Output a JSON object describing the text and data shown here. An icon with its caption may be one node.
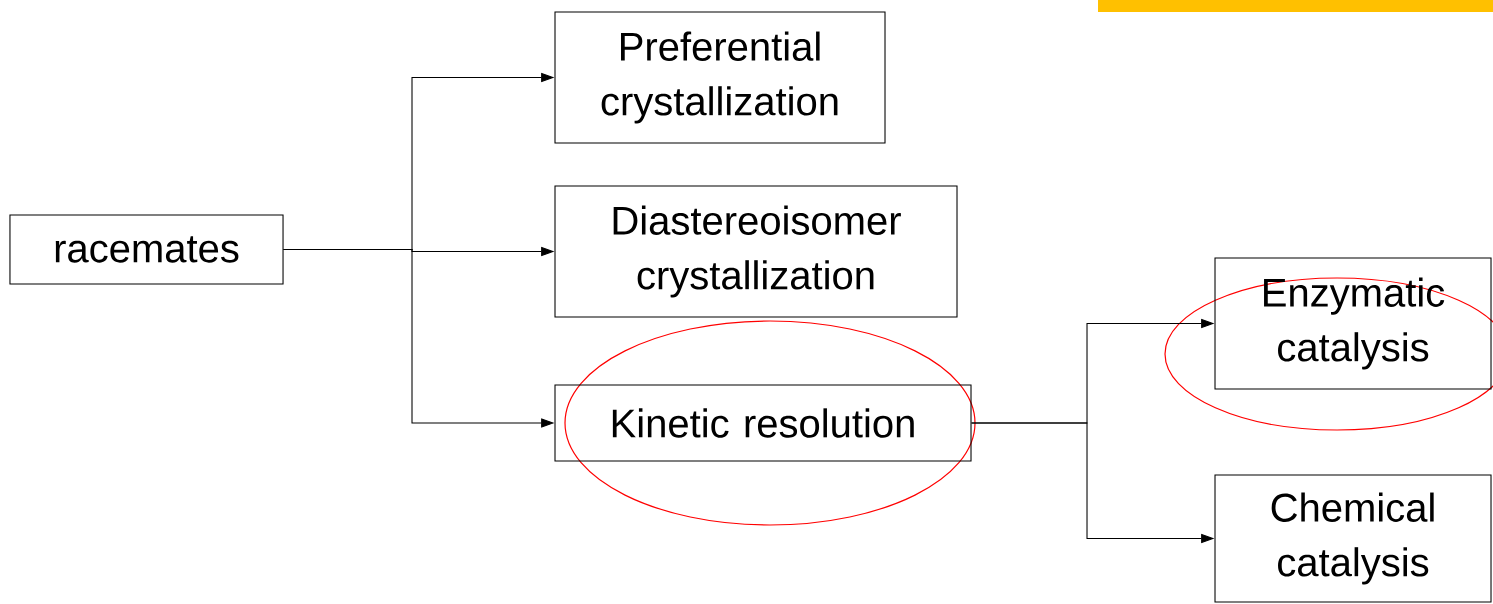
{
  "diagram": {
    "nodes": [
      {
        "text": [
          "racemates"
        ]
      },
      {
        "text": [
          "Preferential crystallization"
        ]
      },
      {
        "text": [
          "Diastereoisomer crystallization"
        ]
      },
      {
        "text": [
          "Kinetic resolution"
        ]
      },
      {
        "text": [
          "Enzymatic catalysis"
        ]
      },
      {
        "text": [
          "Chemical catalysis"
        ]
      }
    ],
    "edges": [
      {
        "from": 0,
        "to": 1,
        "arrow": "to"
      },
      {
        "from": 0,
        "to": 2,
        "arrow": "to"
      },
      {
        "from": 0,
        "to": 3,
        "arrow": "to"
      },
      {
        "from": 3,
        "to": 4,
        "arrow": "to"
      },
      {
        "from": 3,
        "to": 5,
        "arrow": "to"
      }
    ]
  }
}
